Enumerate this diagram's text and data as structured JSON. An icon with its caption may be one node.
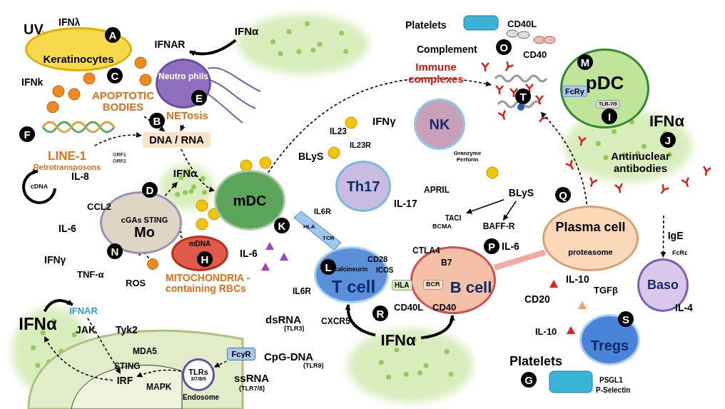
{
  "diagram": {
    "nodes": [
      {
        "text": [
          "Keratinocytes"
        ]
      },
      {
        "text": [
          "APOPTOTIC BODIES"
        ]
      },
      {
        "text": [
          "NETosis"
        ]
      },
      {
        "text": [
          "DNA / RNA"
        ]
      },
      {
        "text": [
          "LINE-1",
          "Retrotransposons"
        ]
      },
      {
        "text": [
          "Neutro phils"
        ]
      },
      {
        "text": [
          "mDC"
        ]
      },
      {
        "text": [
          "cGAs STING",
          "Mo"
        ]
      },
      {
        "text": [
          "mDNA"
        ],
        "beside": [
          "MITOCHONDRIA -containing RBCs"
        ]
      },
      {
        "text": [
          "IFNα"
        ]
      },
      {
        "text": [
          "Th17"
        ]
      },
      {
        "text": [
          "NK"
        ]
      },
      {
        "text": [
          "T cell"
        ]
      },
      {
        "text": [
          "B cell"
        ]
      },
      {
        "text": [
          "Plasma cell",
          "proteasome"
        ]
      },
      {
        "text": [
          "Baso"
        ]
      },
      {
        "text": [
          "Tregs"
        ]
      },
      {
        "text": [
          "pDC"
        ]
      },
      {
        "text": [],
        "shape": "picture"
      },
      {
        "text": [
          "TLRs",
          "3/7/8/9"
        ],
        "beside": [
          "Endosome"
        ]
      },
      {
        "text": [
          "FcγR"
        ]
      },
      {
        "text": [
          "IRF"
        ]
      },
      {
        "text": [
          "IFNα"
        ]
      },
      {
        "text": [
          "IFNAR"
        ]
      },
      {
        "text": [
          "IFNα"
        ]
      },
      {
        "text": [
          "IFNAR"
        ]
      },
      {
        "text": [
          "BLyS"
        ]
      },
      {
        "text": [
          "BAFF-R"
        ]
      },
      {
        "text": [
          "TACI"
        ]
      },
      {
        "text": [
          "IFNα"
        ]
      },
      {
        "text": [],
        "shape": "circle"
      },
      {
        "text": [
          "cDNA"
        ]
      }
    ],
    "edges": [
      {
        "from": 1,
        "to": 3,
        "arrow": "to",
        "style": "dashed"
      },
      {
        "from": 2,
        "to": 3,
        "arrow": "to",
        "style": "dashed"
      },
      {
        "from": 4,
        "to": 3,
        "arrow": "to",
        "style": "dashed"
      },
      {
        "from": 3,
        "to": 6,
        "arrow": "to",
        "style": "dashed"
      },
      {
        "from": 6,
        "to": 18,
        "arrow": "to",
        "style": "dashed"
      },
      {
        "from": 14,
        "to": 18,
        "arrow": "to",
        "style": "dashed"
      },
      {
        "from": 30,
        "to": 7,
        "arrow": "to",
        "style": "dashed"
      },
      {
        "from": 8,
        "to": 7,
        "arrow": "to",
        "style": "dashed"
      },
      {
        "from": 7,
        "to": 9,
        "arrow": "to",
        "style": "dashed"
      },
      {
        "from": 24,
        "to": 25,
        "arrow": "to",
        "style": "thick"
      },
      {
        "from": 22,
        "to": 23,
        "arrow": "to",
        "style": "thick"
      },
      {
        "from": 23,
        "to": 21,
        "arrow": "to",
        "style": "dashed"
      },
      {
        "from": 20,
        "to": 19,
        "arrow": "to",
        "style": "dashed"
      },
      {
        "from": 19,
        "to": 21,
        "arrow": "to",
        "style": "dashed"
      },
      {
        "from": 21,
        "to": 22,
        "arrow": "to",
        "style": "dashed"
      },
      {
        "from": 13,
        "to": 14,
        "arrow": "to",
        "style": "thick",
        "color": "#f4aaa0"
      },
      {
        "from": 26,
        "to": 28,
        "arrow": "to"
      },
      {
        "from": 26,
        "to": 27,
        "arrow": "to"
      },
      {
        "from": null,
        "to": 15,
        "arrow": "to",
        "style": "dashed",
        "label": "IgE"
      },
      {
        "from": 29,
        "to": 12,
        "arrow": "to",
        "style": "thick"
      },
      {
        "from": 29,
        "to": 13,
        "arrow": "to",
        "style": "thick"
      },
      {
        "from": 31,
        "to": 31,
        "arrow": "to",
        "style": "thick"
      }
    ],
    "labels": [
      "UV",
      "IFNλ",
      "A",
      "IFNk",
      "C",
      "B",
      "F",
      "ORF1",
      "ORF2",
      "IL-8",
      "CCL2",
      "D",
      "IL-6",
      "N",
      "IFNγ",
      "TNF-α",
      "ROS",
      "H",
      "E",
      "Platelets",
      "Complement",
      "O",
      "CD40L",
      "CD40",
      "Immune complexes",
      "M",
      "FcRγ",
      "TLR-7/9",
      "I",
      "IFNα",
      "J",
      "Antinuclear antibodies",
      "T",
      "IFNγ",
      "IL23",
      "IL23R",
      "BLyS",
      "Granzyme Perforin",
      "K",
      "HLA",
      "TCR",
      "IL6R",
      "IL-17",
      "IL-6",
      "L",
      "IL6R",
      "CD28",
      "CTLA4",
      "calcineurin",
      "ICOS",
      "HLA",
      "BCR",
      "B7",
      "CD40L",
      "CD40",
      "R",
      "CXCR5",
      "APRIL",
      "BCMA",
      "P",
      "IL-6",
      "IL-10",
      "Q",
      "CD20",
      "FcRε",
      "IL-4",
      "TGFβ",
      "IL-10",
      "S",
      "Platelets",
      "G",
      "PSGL1",
      "P-Selectin",
      "JAK",
      "Tyk2",
      "MDA5",
      "STING",
      "MAPK",
      "dsRNA",
      "(TLR3)",
      "CpG-DNA",
      "(TLR9)",
      "ssRNA",
      "(TLR7/8)"
    ]
  }
}
